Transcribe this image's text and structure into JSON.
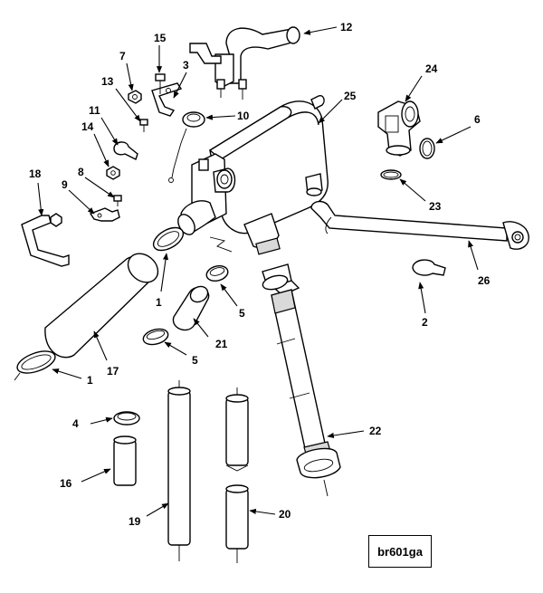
{
  "reference_code": "br601ga",
  "callouts": [
    "1",
    "1",
    "2",
    "3",
    "4",
    "5",
    "5",
    "6",
    "7",
    "8",
    "9",
    "10",
    "11",
    "12",
    "13",
    "14",
    "15",
    "16",
    "17",
    "18",
    "19",
    "20",
    "21",
    "22",
    "23",
    "24",
    "25",
    "26"
  ],
  "parts": {
    "clamp_large_a": "1",
    "clamp_large_b": "1",
    "clamp_band_right": "2",
    "bracket_top": "3",
    "clamp_small_4": "4",
    "clamp_5_upper": "5",
    "clamp_5_lower": "5",
    "oring_6": "6",
    "nut_7": "7",
    "bolt_8": "8",
    "clip_9": "9",
    "cap_10": "10",
    "clamp_11": "11",
    "pipe_12": "12",
    "screw_13": "13",
    "nut_14": "14",
    "bolt_15": "15",
    "hose_16": "16",
    "hose_17": "17",
    "bracket_18": "18",
    "hose_19": "19",
    "hose_20": "20",
    "hose_21": "21",
    "hose_22": "22",
    "oring_23": "23",
    "fitting_24": "24",
    "housing_25": "25",
    "tube_26": "26"
  }
}
